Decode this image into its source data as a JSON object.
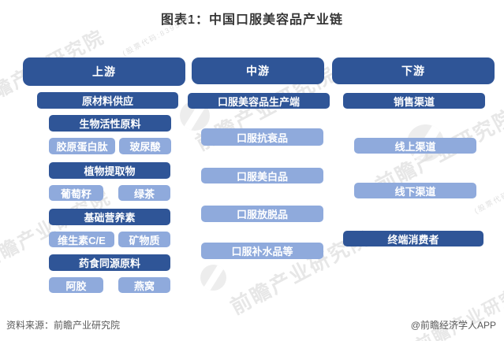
{
  "title": "图表1：中国口服美容品产业链",
  "colors": {
    "dark_blue": "#2F5597",
    "light_blue": "#8FAADC",
    "box_text": "#FFFFFF",
    "title_text": "#363636",
    "footer_text": "#595959",
    "watermark": "#D4D4D4"
  },
  "watermark": {
    "text": "前瞻产业研究院",
    "sub": "(股票代码:839599)"
  },
  "columns": [
    {
      "header": "上游",
      "boxes": [
        {
          "label": "原材料供应",
          "style": "dark"
        },
        {
          "label": "生物活性原料",
          "style": "dark"
        },
        {
          "label": "胶原蛋白肽",
          "style": "light"
        },
        {
          "label": "玻尿酸",
          "style": "light"
        },
        {
          "label": "植物提取物",
          "style": "dark"
        },
        {
          "label": "葡萄籽",
          "style": "light"
        },
        {
          "label": "绿茶",
          "style": "light"
        },
        {
          "label": "基础营养素",
          "style": "dark"
        },
        {
          "label": "维生素C/E",
          "style": "light"
        },
        {
          "label": "矿物质",
          "style": "light"
        },
        {
          "label": "药食同源原料",
          "style": "dark"
        },
        {
          "label": "阿胶",
          "style": "light"
        },
        {
          "label": "燕窝",
          "style": "light"
        }
      ]
    },
    {
      "header": "中游",
      "boxes": [
        {
          "label": "口服美容品生产端",
          "style": "dark"
        },
        {
          "label": "口服抗衰品",
          "style": "light"
        },
        {
          "label": "口服美白品",
          "style": "light"
        },
        {
          "label": "口服放脱品",
          "style": "light"
        },
        {
          "label": "口服补水品等",
          "style": "light"
        }
      ]
    },
    {
      "header": "下游",
      "boxes": [
        {
          "label": "销售渠道",
          "style": "dark"
        },
        {
          "label": "线上渠道",
          "style": "light"
        },
        {
          "label": "线下渠道",
          "style": "light"
        },
        {
          "label": "终端消费者",
          "style": "dark"
        }
      ]
    }
  ],
  "footer": {
    "source": "资料来源：前瞻产业研究院",
    "credit": "@前瞻经济学人APP"
  }
}
